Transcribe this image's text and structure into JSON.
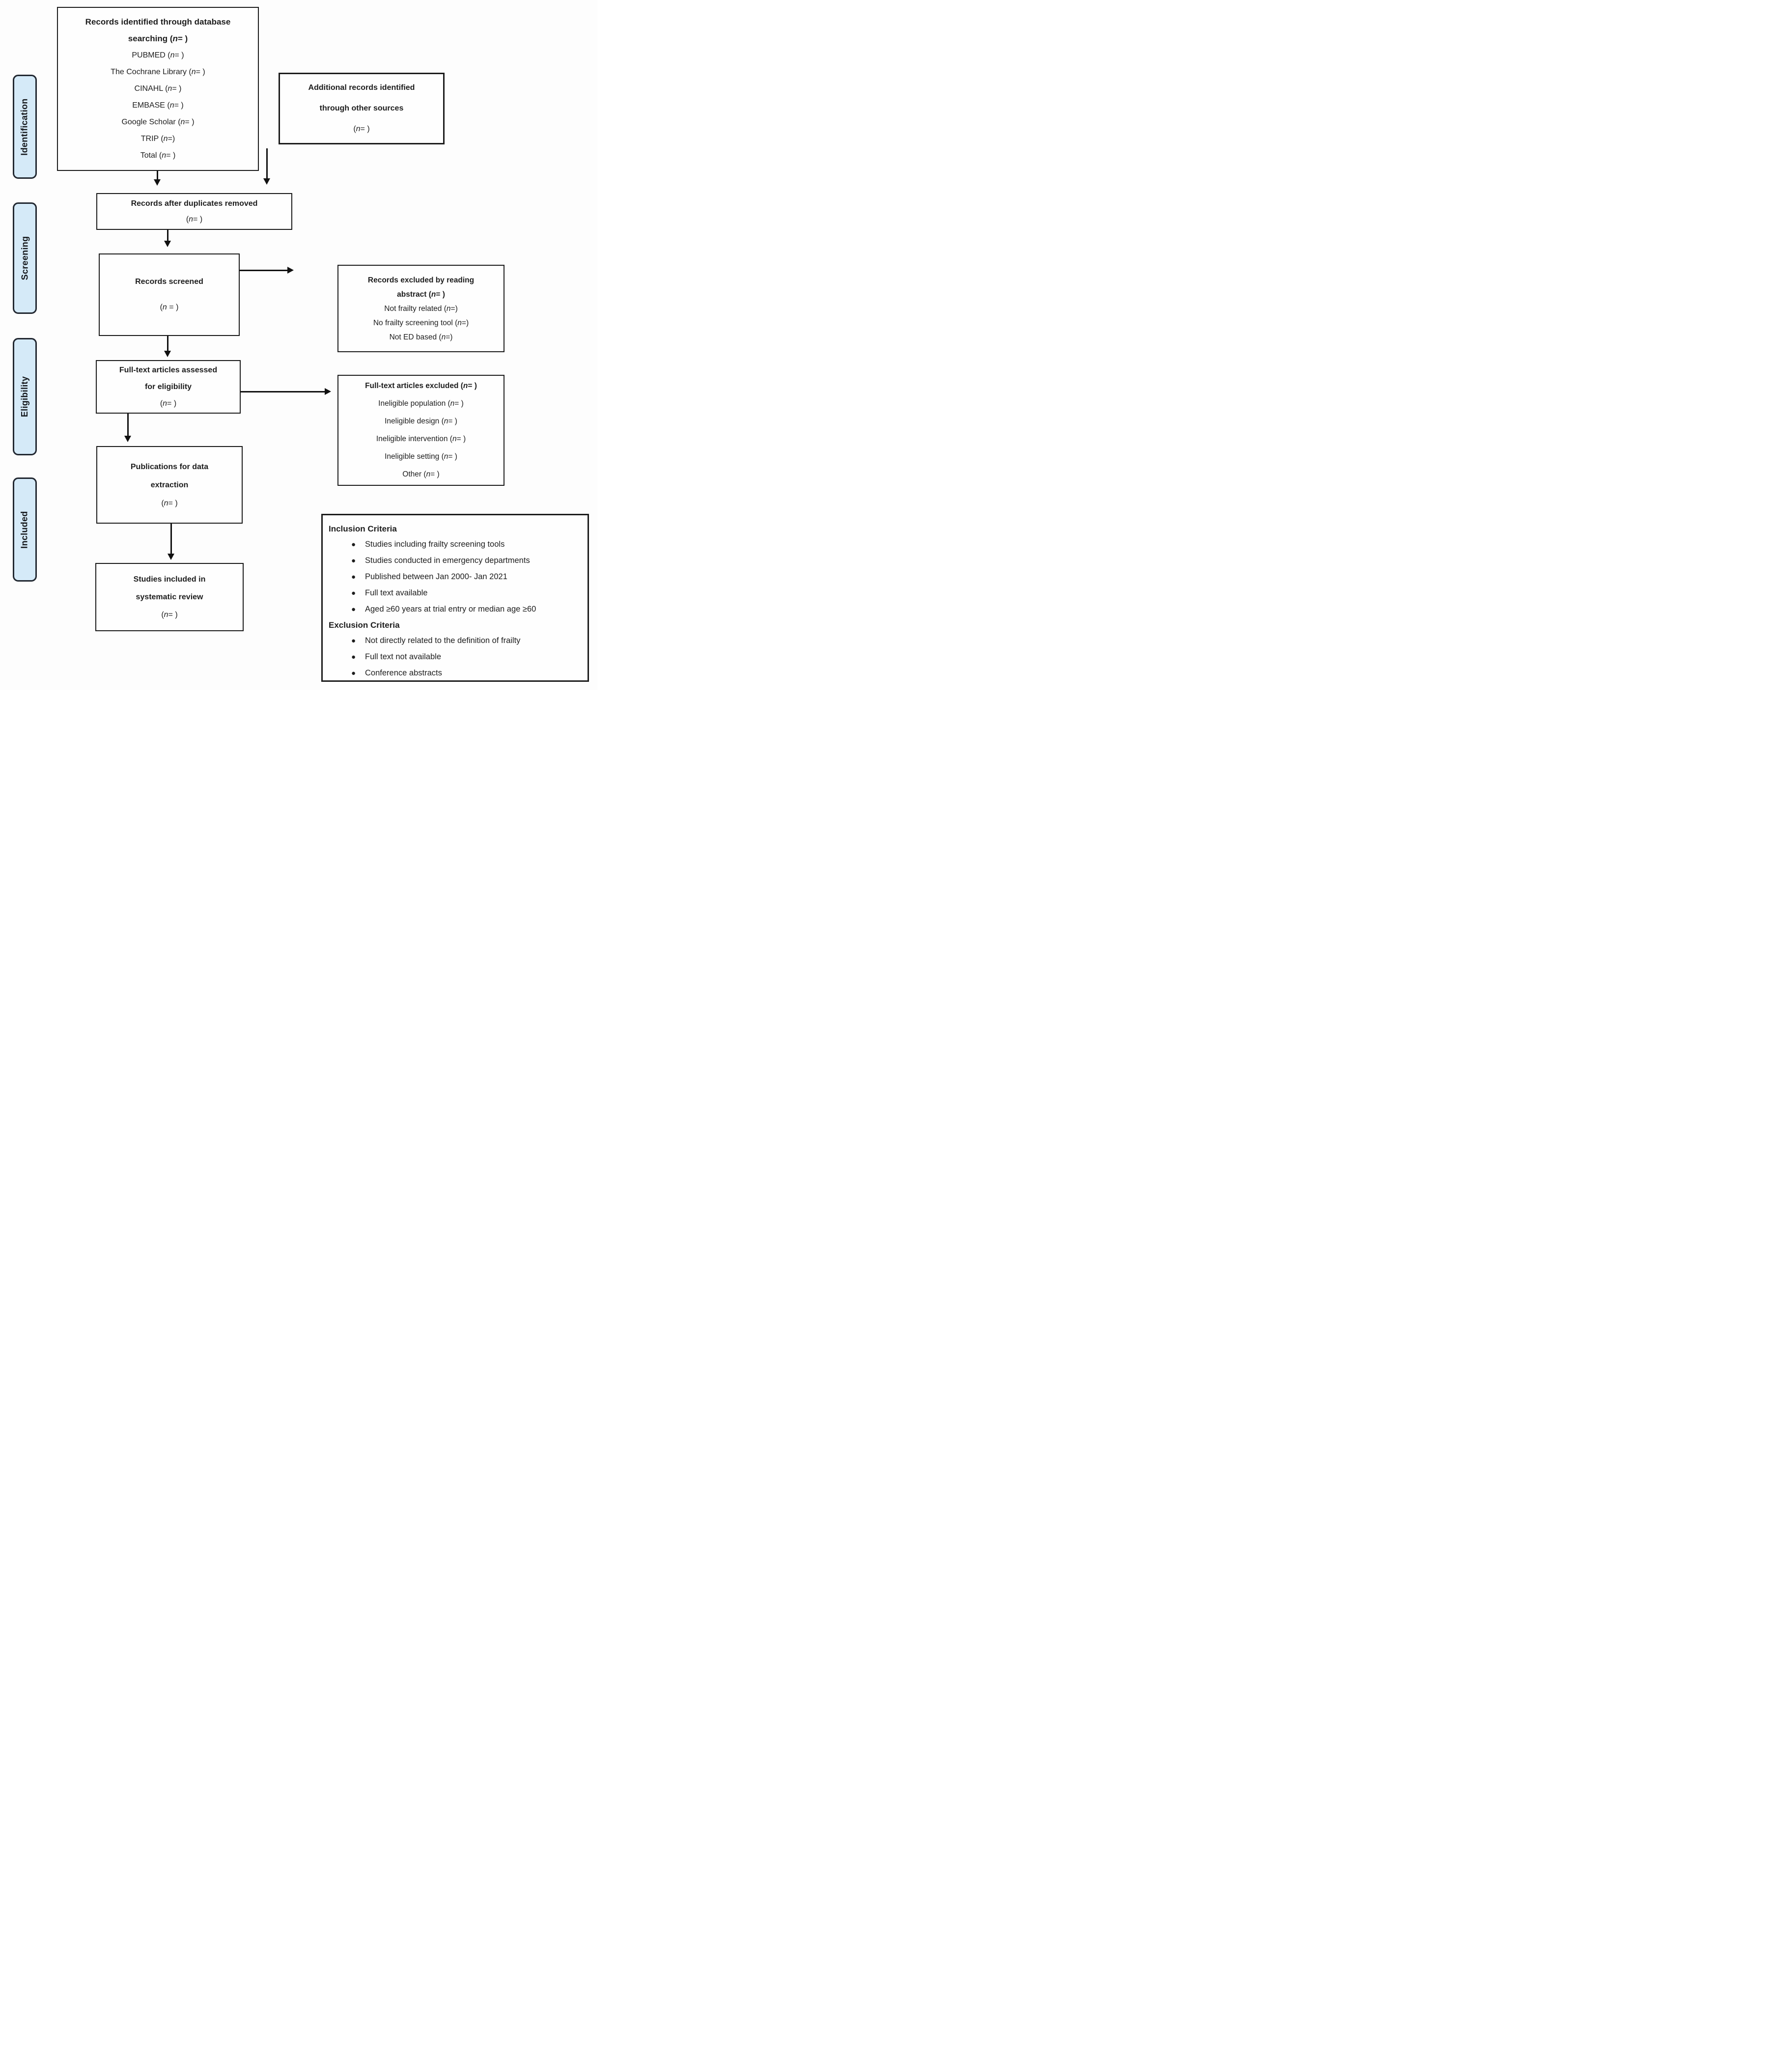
{
  "figure": {
    "background_color": "#fdfdfd",
    "box_border_color": "#1c1c1c",
    "arrow_color": "#111111",
    "text_color": "#1d1d1d"
  },
  "sidebar": {
    "fill_color": "#d5eaf8",
    "border_color": "#222831",
    "stages": [
      "Identification",
      "Screening",
      "Eligibility",
      "Included"
    ]
  },
  "boxes": {
    "identified": {
      "title_lines": [
        "Records identified through database",
        "searching (n= )"
      ],
      "lines": [
        "PUBMED (n= )",
        "The Cochrane Library (n= )",
        "CINAHL (n= )",
        "EMBASE (n= )",
        "Google Scholar (n= )",
        "TRIP (n=)",
        "Total (n= )"
      ]
    },
    "additional": {
      "title_lines": [
        "Additional records identified",
        "through other sources"
      ],
      "count": "(n= )"
    },
    "deduplicated": {
      "title": "Records after duplicates removed",
      "count": "(n= )"
    },
    "screened": {
      "title": "Records screened",
      "count": "(n = )"
    },
    "excluded_abstract": {
      "title_lines": [
        "Records excluded by reading",
        "abstract (n= )"
      ],
      "lines": [
        "Not frailty related (n=)",
        "No frailty screening tool (n=)",
        "Not ED based (n=)"
      ]
    },
    "fulltext_assessed": {
      "title_lines": [
        "Full-text articles assessed",
        "for eligibility"
      ],
      "count": "(n= )"
    },
    "fulltext_excluded": {
      "title": "Full-text articles excluded (n= )",
      "lines": [
        "Ineligible population (n= )",
        "Ineligible design (n= )",
        "Ineligible intervention (n= )",
        "Ineligible setting (n= )",
        "Other (n= )"
      ]
    },
    "data_extraction": {
      "title_lines": [
        "Publications for data",
        "extraction"
      ],
      "count": "(n= )"
    },
    "included_review": {
      "title_lines": [
        "Studies included in",
        "systematic review"
      ],
      "count": "(n= )"
    }
  },
  "criteria": {
    "inclusion_title": "Inclusion Criteria",
    "inclusion_items": [
      "Studies including frailty screening tools",
      "Studies conducted in emergency departments",
      "Published between Jan 2000- Jan 2021",
      "Full text available",
      "Aged ≥60 years at trial entry or median age ≥60"
    ],
    "exclusion_title": "Exclusion Criteria",
    "exclusion_items": [
      "Not directly related to the definition of frailty",
      "Full text not available",
      "Conference abstracts"
    ]
  }
}
